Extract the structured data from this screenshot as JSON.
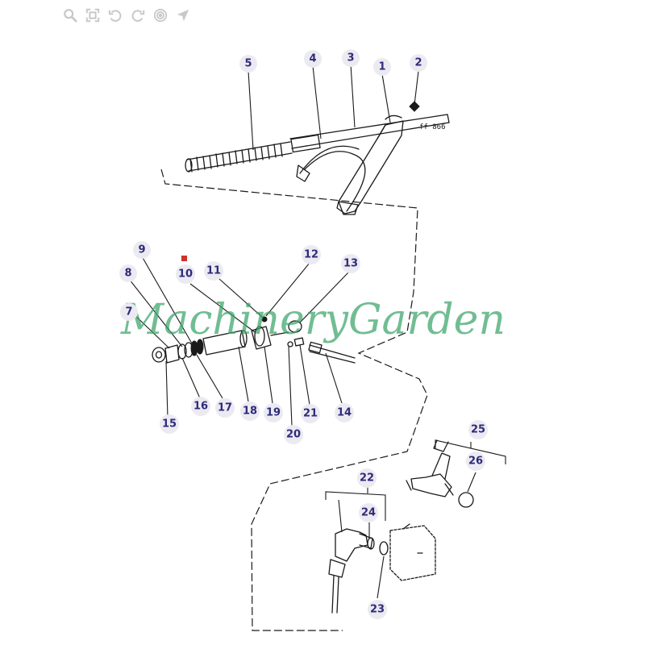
{
  "toolbar": {
    "tools": [
      {
        "name": "zoom-icon"
      },
      {
        "name": "fit-screen-icon"
      },
      {
        "name": "rotate-left-icon"
      },
      {
        "name": "rotate-right-icon"
      },
      {
        "name": "target-icon"
      },
      {
        "name": "pointer-icon"
      }
    ],
    "color": "#c8c8c8"
  },
  "diagram": {
    "part_code_label": "ff 866",
    "watermark": "MachineryGarden",
    "watermark_color": "#3aa36a",
    "callout_color": "#2d2b7a",
    "marker_color": "#d0312d",
    "callouts": [
      "1",
      "2",
      "3",
      "4",
      "5",
      "7",
      "8",
      "9",
      "10",
      "11",
      "12",
      "13",
      "14",
      "15",
      "16",
      "17",
      "18",
      "19",
      "20",
      "21",
      "22",
      "23",
      "24",
      "25",
      "26"
    ]
  }
}
